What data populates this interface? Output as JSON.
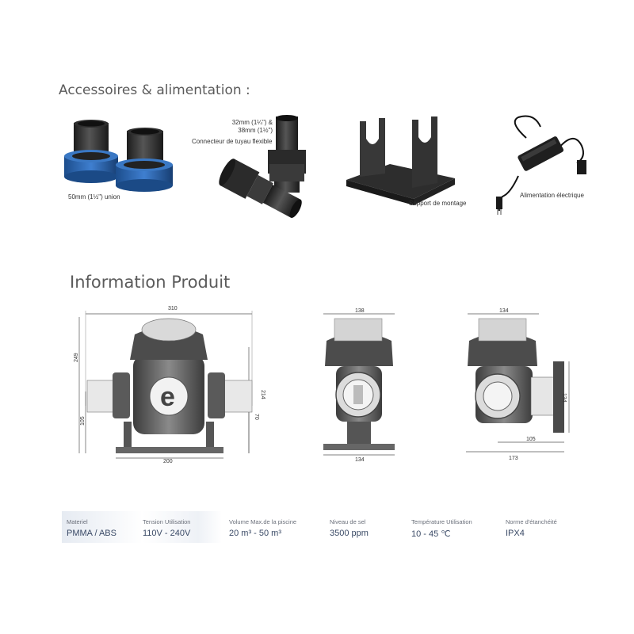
{
  "accessories": {
    "title": "Accessoires & alimentation :",
    "union_caption": "50mm (1½\") union",
    "connector_size_line1": "32mm (1¼\") &",
    "connector_size_line2": "38mm (1½\")",
    "connector_caption": "Connecteur de tuyau flexible",
    "mount_caption": "Support de montage",
    "power_caption": "Alimentation électrique"
  },
  "product_info": {
    "title": "Information Produit",
    "front_view": {
      "width": "310",
      "height": "249",
      "base_width": "200",
      "inlet_height": "105",
      "right_height": "214",
      "outlet_height": "70"
    },
    "side_view": {
      "top_width": "138",
      "base_width": "134"
    },
    "side_view_2": {
      "top_width": "134",
      "flange_height": "134",
      "outlet_depth": "105",
      "total_depth": "173"
    }
  },
  "specs": [
    {
      "label": "Materiel",
      "value": "PMMA / ABS"
    },
    {
      "label": "Tension Utilisation",
      "value": "110V - 240V"
    },
    {
      "label": "Volume Max.de la piscine",
      "value": "20 m³ - 50 m³"
    },
    {
      "label": "Niveau de sel",
      "value": "3500 ppm"
    },
    {
      "label": "Température Utilisation",
      "value": "10 - 45 ℃"
    },
    {
      "label": "Norme d'étanchéité",
      "value": "IPX4"
    }
  ]
}
